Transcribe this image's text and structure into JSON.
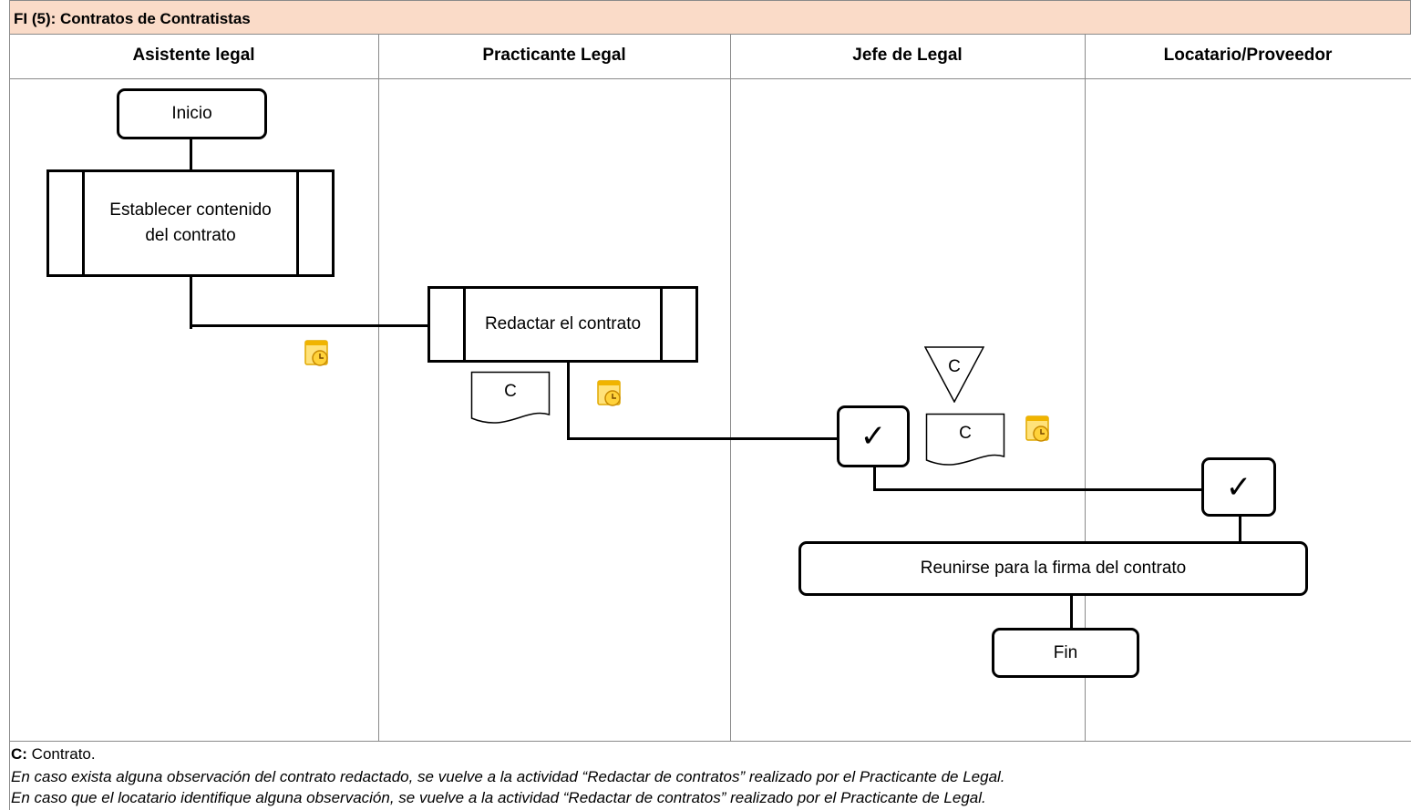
{
  "title": "FI (5): Contratos de Contratistas",
  "lanes": [
    "Asistente legal",
    "Practicante Legal",
    "Jefe de Legal",
    "Locatario/Proveedor"
  ],
  "nodes": {
    "start": "Inicio",
    "establish": "Establecer contenido del contrato",
    "draft": "Redactar el contrato",
    "meeting": "Reunirse para la firma del contrato",
    "end": "Fin"
  },
  "document_label": "C",
  "archive_label": "C",
  "check_symbol": "✓",
  "icons": [
    "scheduler-icon",
    "scheduler-icon",
    "scheduler-icon"
  ],
  "legend": {
    "c_key": "C:",
    "c_value": " Contrato.",
    "note1": "En caso exista alguna observación del contrato redactado, se vuelve a la actividad “Redactar de contratos” realizado por el Practicante de Legal.",
    "note2": "En caso que el locatario identifique alguna observación, se vuelve a la actividad “Redactar de contratos” realizado por el Practicante de Legal."
  },
  "colors": {
    "title_bg": "#fadbc8",
    "grid": "#8a8a8a",
    "icon": "#f5b800"
  }
}
